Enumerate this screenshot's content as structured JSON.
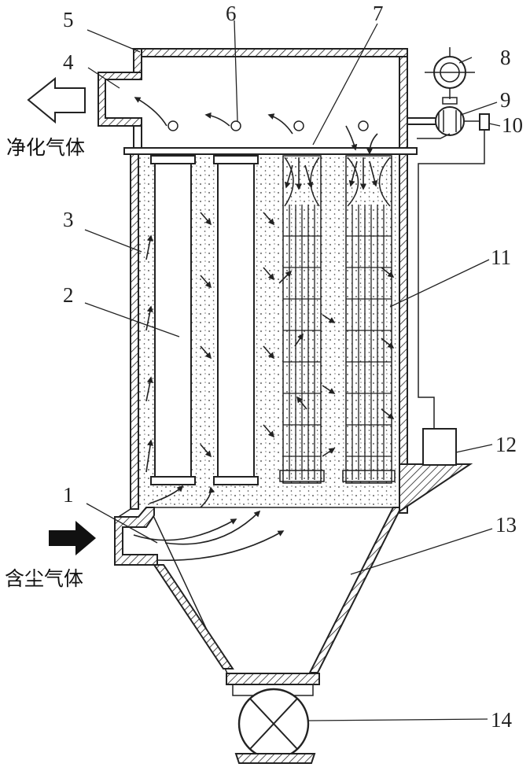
{
  "labels": {
    "n1": "1",
    "n2": "2",
    "n3": "3",
    "n4": "4",
    "n5": "5",
    "n6": "6",
    "n7": "7",
    "n8": "8",
    "n9": "9",
    "n10": "10",
    "n11": "11",
    "n12": "12",
    "n13": "13",
    "n14": "14"
  },
  "captions": {
    "clean_gas": "净化气体",
    "dusty_gas": "含尘气体"
  }
}
